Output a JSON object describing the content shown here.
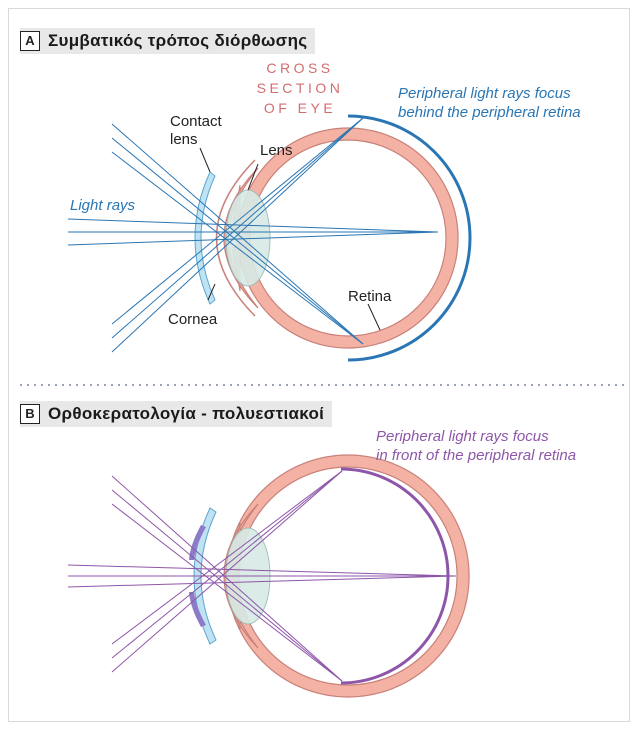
{
  "panel_a": {
    "letter": "A",
    "title": "Συμβατικός τρόπος διόρθωσης",
    "cross_section_line1": "CROSS SECTION",
    "cross_section_line2": "OF EYE",
    "focus_line1": "Peripheral light rays focus",
    "focus_line2": "behind the peripheral retina",
    "contact_lens_line1": "Contact",
    "contact_lens_line2": "lens",
    "lens": "Lens",
    "light_rays": "Light rays",
    "retina": "Retina",
    "cornea": "Cornea"
  },
  "panel_b": {
    "letter": "B",
    "title": "Ορθοκερατολογία - πολυεστιακοί",
    "focus_line1": "Peripheral light rays focus",
    "focus_line2": "in front of the peripheral retina"
  },
  "colors": {
    "blue_rays": "#2a76b4",
    "purple_rays": "#8e56a9",
    "eye_wall": "#f3b2a4",
    "eye_outline": "#c9817a",
    "contact_lens": "#bfe3f3",
    "divider": "#9aa3b8"
  }
}
